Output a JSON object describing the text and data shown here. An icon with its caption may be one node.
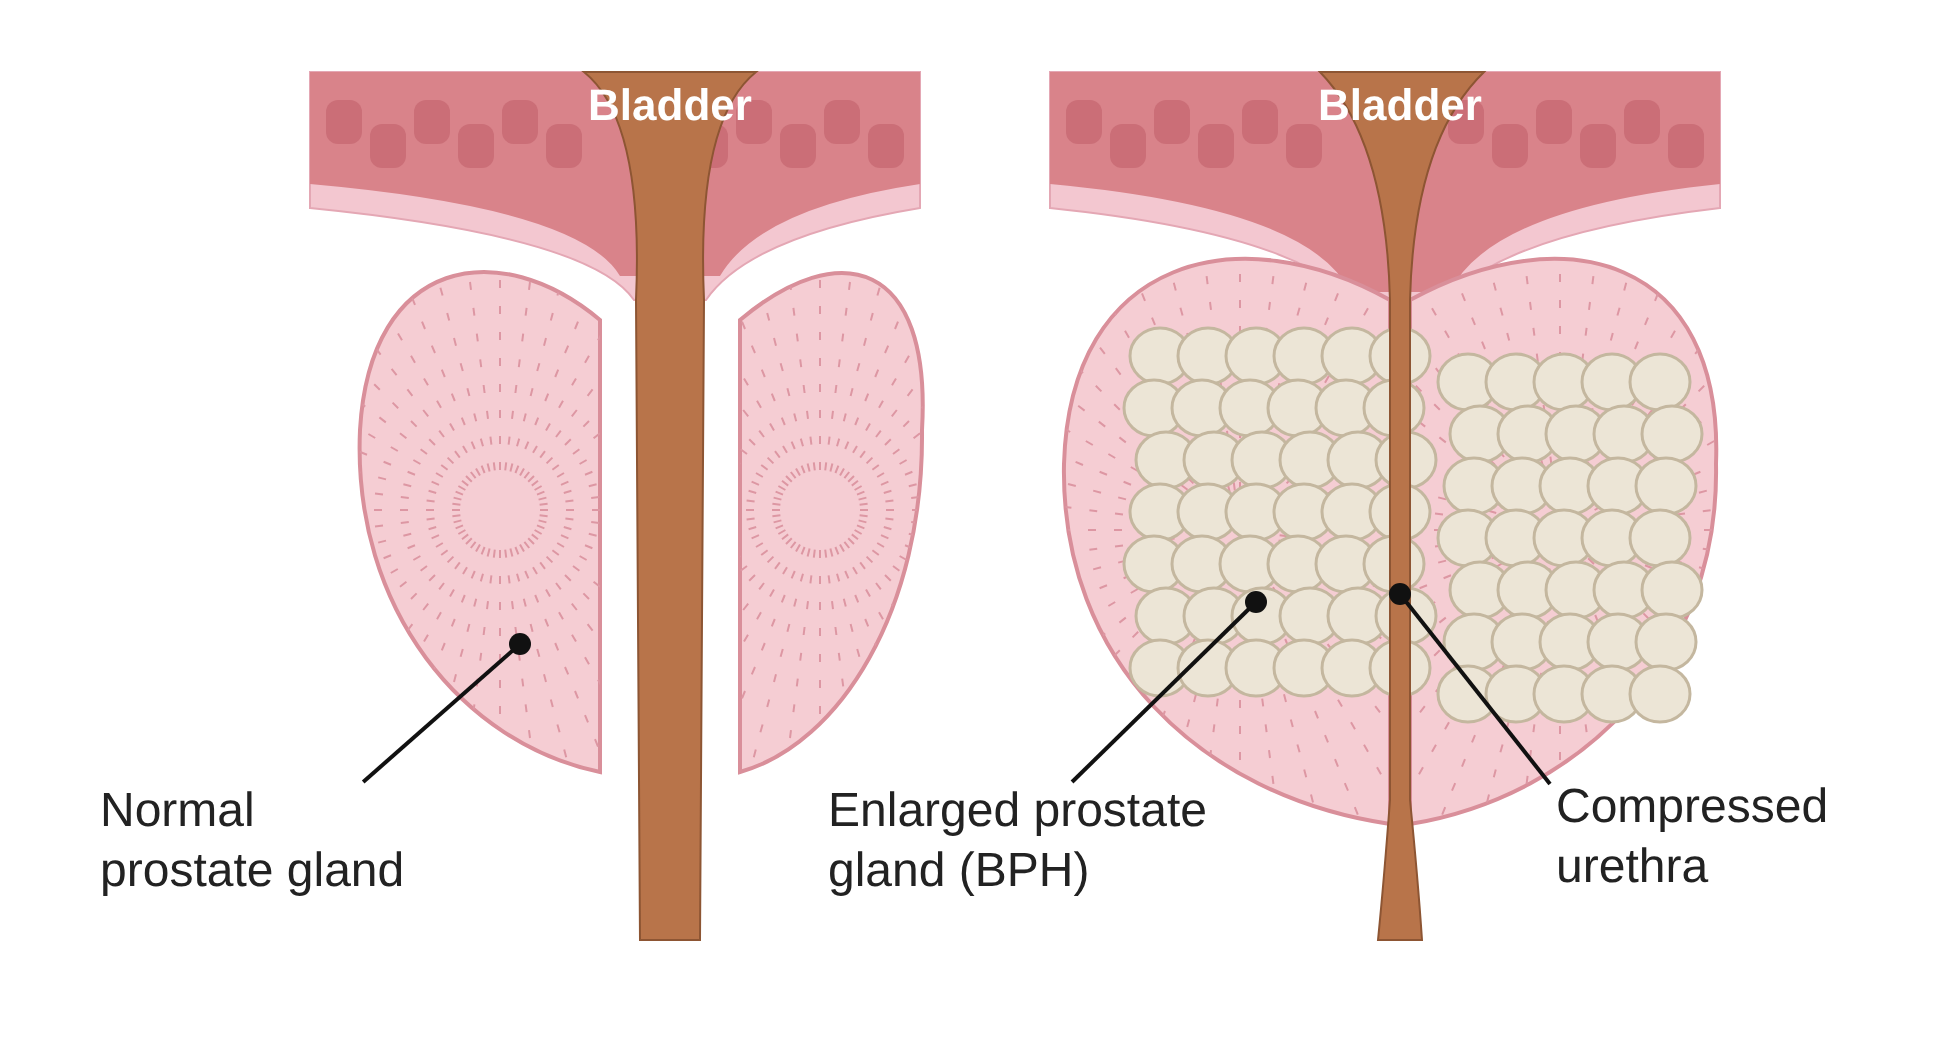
{
  "diagram": {
    "nodes": [
      {
        "text": [
          "Normal prostate gland"
        ]
      },
      {
        "text": [],
        "shape": "picture"
      },
      {
        "text": [
          "Enlarged prostate gland (BPH)"
        ]
      },
      {
        "text": [],
        "shape": "picture"
      },
      {
        "text": [
          "Compressed urethra"
        ]
      },
      {
        "text": [],
        "shape": "picture"
      }
    ],
    "edges": [
      {
        "from": 0,
        "to": 1,
        "arrow": "other"
      },
      {
        "from": 2,
        "to": 3,
        "arrow": "other"
      },
      {
        "from": 4,
        "to": 5,
        "arrow": "other"
      }
    ],
    "labels": [
      "Bladder",
      "Bladder"
    ]
  }
}
